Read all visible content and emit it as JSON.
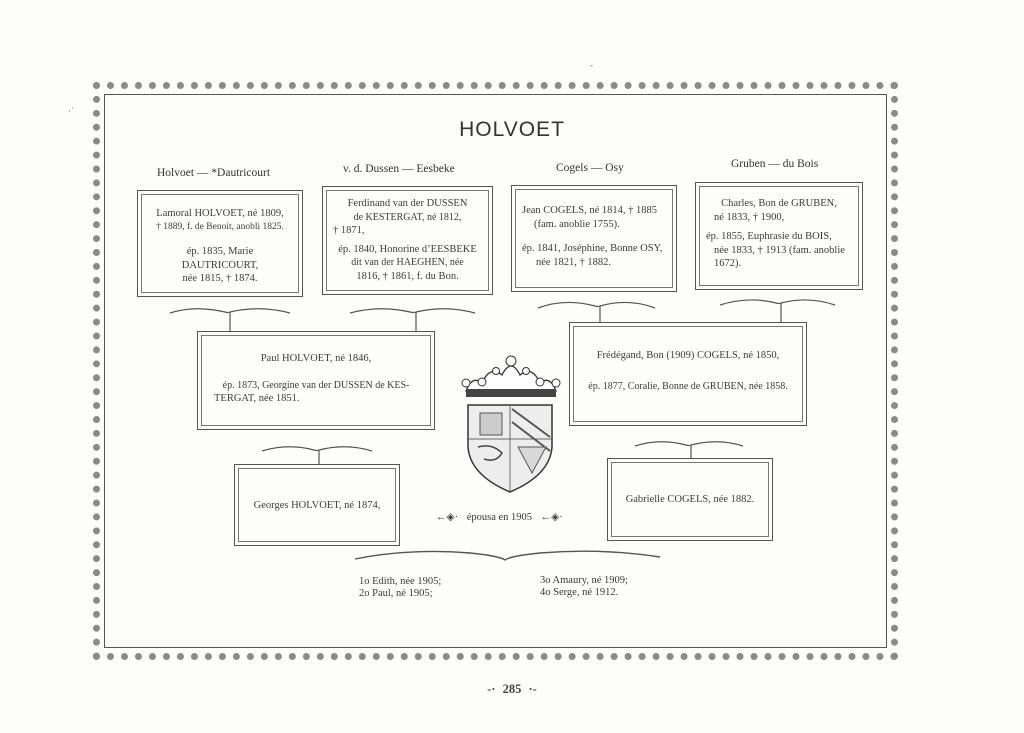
{
  "title": "HOLVOET",
  "columns": [
    {
      "head": "Holvoet — *Dautricourt"
    },
    {
      "head": "v. d. Dussen — Eesbeke"
    },
    {
      "head": "Cogels — Osy"
    },
    {
      "head": "Gruben — du Bois"
    }
  ],
  "gen1": [
    {
      "l1": "Lamoral HOLVOET, né 1809,",
      "l2": "† 1889, f. de Benoit, anobli 1825.",
      "l3": "ép. 1835, Marie DAUTRICOURT,",
      "l4": "née 1815, † 1874."
    },
    {
      "l1": "Ferdinand van der DUSSEN",
      "l2": "de KESTERGAT, né 1812,",
      "l3": "† 1871,",
      "l4": "ép. 1840, Honorine d’EESBEKE",
      "l5": "dit van der HAEGHEN, née",
      "l6": "1816, † 1861, f. du Bon."
    },
    {
      "l1": "Jean COGELS, né 1814, † 1885",
      "l2": "(fam. anoblie 1755).",
      "l3": "ép. 1841, Joséphine, Bonne OSY,",
      "l4": "née 1821, † 1882."
    },
    {
      "l1": "Charles, Bon de GRUBEN,",
      "l2": "né 1833, † 1900,",
      "l3": "ép. 1855, Euphrasie du BOIS,",
      "l4": "née 1833, † 1913 (fam. anoblie",
      "l5": "1672)."
    }
  ],
  "gen2": [
    {
      "l1": "Paul HOLVOET, né 1846,",
      "l2": "ép. 1873, Georgine van der DUSSEN de KES-",
      "l3": "TERGAT, née 1851."
    },
    {
      "l1": "Frédégand, Bon (1909) COGELS, né 1850,",
      "l2": "ép. 1877, Coralie, Bonne de GRUBEN, née 1858."
    }
  ],
  "gen3": [
    {
      "l1": "Georges HOLVOET, né 1874,"
    },
    {
      "l1": "Gabrielle COGELS, née 1882."
    }
  ],
  "epousa": "épousa en 1905",
  "children": {
    "c1": "1o Edith, née 1905;",
    "c2": "2o Paul, né 1905;",
    "c3": "3o Amaury, né 1909;",
    "c4": "4o Serge, né 1912."
  },
  "page_number": "285",
  "colors": {
    "ink": "#3a3a3a",
    "paper": "#fdfdfb",
    "border": "#8a8a8a"
  },
  "icons": [
    "coat-of-arms-icon",
    "crown-icon",
    "ornament-icon"
  ]
}
